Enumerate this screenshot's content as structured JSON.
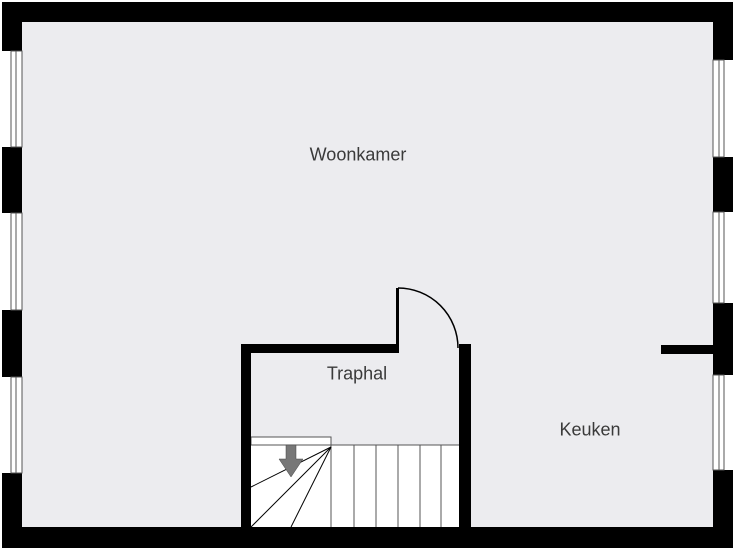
{
  "rooms": {
    "living": "Woonkamer",
    "hall": "Traphal",
    "kitchen": "Keuken"
  },
  "colors": {
    "floor": "#ececef",
    "wall": "#000000",
    "stairs": "#ffffff",
    "arrow": "#777777"
  }
}
